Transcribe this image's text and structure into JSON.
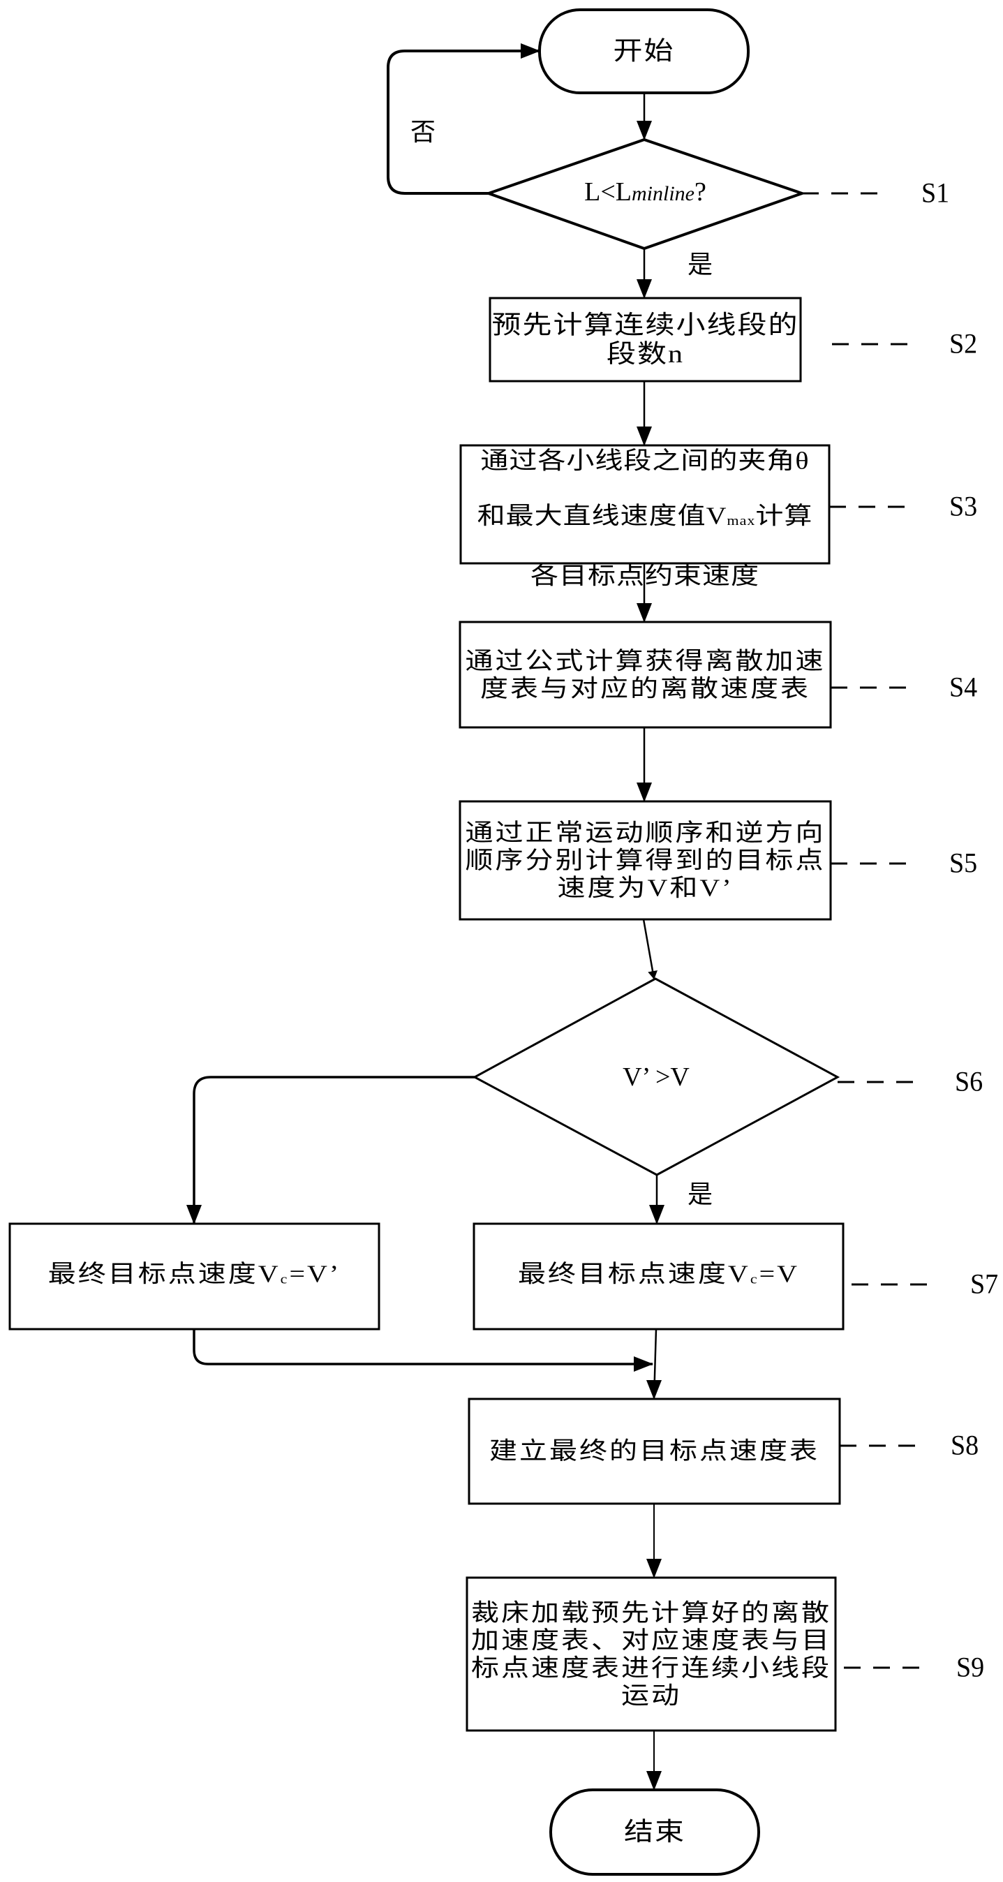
{
  "diagram": {
    "type": "flowchart",
    "start": {
      "label": "开始"
    },
    "end": {
      "label": "结束"
    },
    "decisions": [
      {
        "id": "S1",
        "step_label": "S1",
        "condition_main": "L<L",
        "condition_sub": "minline",
        "condition_tail": "?",
        "yes_label": "是",
        "no_label": "否"
      },
      {
        "id": "S6",
        "step_label": "S6",
        "condition": "V’ >V",
        "yes_label": "是"
      }
    ],
    "steps": [
      {
        "id": "S2",
        "step_label": "S2",
        "text": "预先计算连续小线段的\n段数n"
      },
      {
        "id": "S3",
        "step_label": "S3",
        "line1": "通过各小线段之间的夹角θ",
        "line2_pre": "和最大直线速度值V",
        "line2_sub": "max",
        "line2_post": "计算",
        "line3": "各目标点约束速度"
      },
      {
        "id": "S4",
        "step_label": "S4",
        "text": "通过公式计算获得离散加速\n度表与对应的离散速度表"
      },
      {
        "id": "S5",
        "step_label": "S5",
        "text": "通过正常运动顺序和逆方向\n顺序分别计算得到的目标点\n速度为V和V’"
      },
      {
        "id": "S7_left",
        "text_pre": "最终目标点速度V",
        "text_sub": "c",
        "text_post": "=V’"
      },
      {
        "id": "S7",
        "step_label": "S7",
        "text_pre": "最终目标点速度V",
        "text_sub": "c",
        "text_post": "=V"
      },
      {
        "id": "S8",
        "step_label": "S8",
        "text": "建立最终的目标点速度表"
      },
      {
        "id": "S9",
        "step_label": "S9",
        "text": "裁床加载预先计算好的离散\n加速度表、对应速度表与目\n标点速度表进行连续小线段\n运动"
      }
    ]
  }
}
